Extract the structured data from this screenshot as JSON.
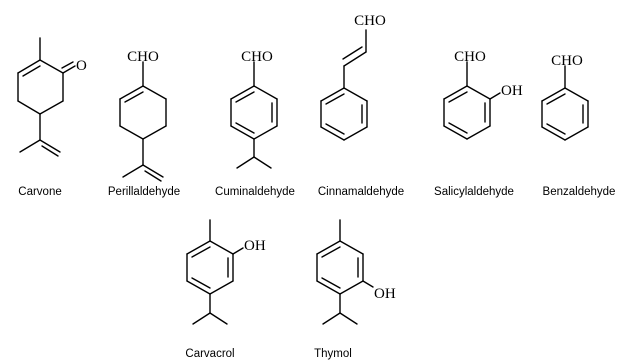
{
  "compounds": [
    {
      "name": "Carvone",
      "label_o": "O"
    },
    {
      "name": "Perillaldehyde",
      "label_cho": "CHO"
    },
    {
      "name": "Cuminaldehyde",
      "label_cho": "CHO"
    },
    {
      "name": "Cinnamaldehyde",
      "label_cho": "CHO"
    },
    {
      "name": "Salicylaldehyde",
      "label_cho": "CHO",
      "label_oh": "OH"
    },
    {
      "name": "Benzaldehyde",
      "label_cho": "CHO"
    },
    {
      "name": "Carvacrol",
      "label_oh": "OH"
    },
    {
      "name": "Thymol",
      "label_oh": "OH"
    }
  ]
}
